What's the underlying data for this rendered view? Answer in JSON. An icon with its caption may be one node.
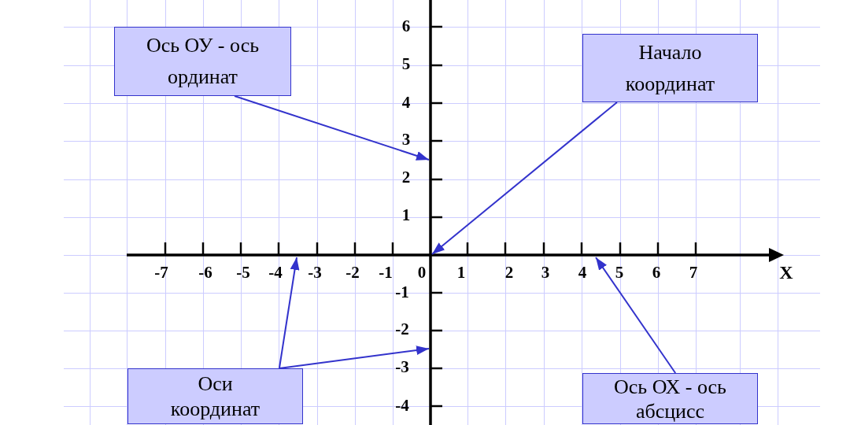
{
  "diagram": {
    "nodes": [
      {
        "text": [
          "Ось ОУ - ось ординат"
        ]
      },
      {
        "text": [
          "Начало координат"
        ]
      },
      {
        "text": [
          "Оси координат"
        ]
      },
      {
        "text": [
          "Ось ОХ - ось абсцисс"
        ]
      },
      {
        "text": [],
        "shape": "line"
      },
      {
        "text": [],
        "shape": "arrow"
      }
    ],
    "edges": [
      {
        "from": 0,
        "to": 4,
        "arrow": "to"
      },
      {
        "from": 1,
        "to": 4,
        "arrow": "to"
      },
      {
        "from": 2,
        "to": 5,
        "arrow": "to"
      },
      {
        "from": 2,
        "to": 4,
        "arrow": "to"
      },
      {
        "from": 3,
        "to": 5,
        "arrow": "to"
      }
    ],
    "labels": [
      "6",
      "5",
      "4",
      "3",
      "2",
      "1",
      "-7",
      "-6",
      "-5",
      "-4",
      "-3",
      "-2",
      "-1",
      "0",
      "1",
      "2",
      "3",
      "4",
      "5",
      "6",
      "7",
      "X",
      "-1",
      "-2",
      "-3",
      "-4"
    ]
  }
}
